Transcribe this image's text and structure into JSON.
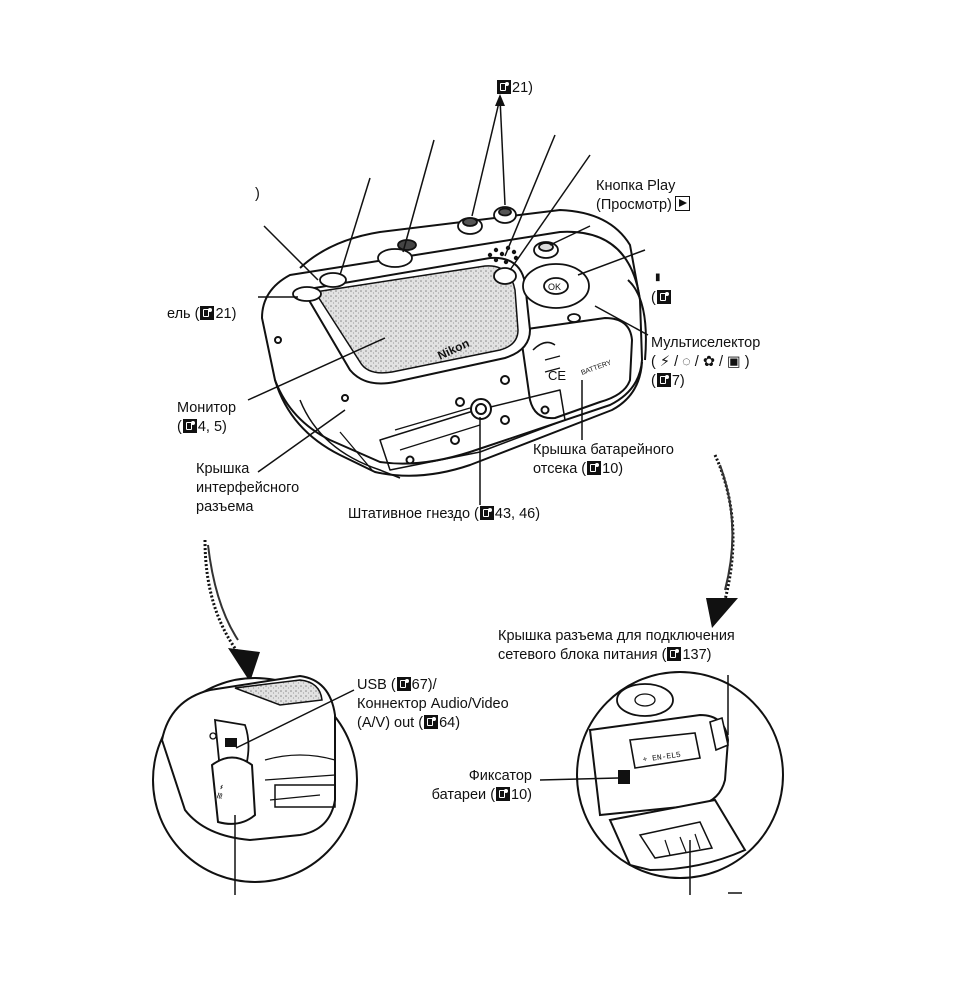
{
  "labels": {
    "top_ref": "21)",
    "top_left_bracket": ")",
    "play_button_line1": "Кнопка Play",
    "play_button_line2": "(Просмотр)",
    "panel_ref": "21)",
    "panel_text": "ель (",
    "right_small": "(",
    "multiselector_title": "Мультиселектор",
    "multiselector_modes": "( ⚡ / ◌ / ✿ / ▣ )",
    "multiselector_ref": "7)",
    "monitor_title": "Монитор",
    "monitor_ref": "4, 5)",
    "interface_cover_line1": "Крышка",
    "interface_cover_line2": "интерфейсного",
    "interface_cover_line3": "разъема",
    "battery_cover_line1": "Крышка батарейного",
    "battery_cover_line2": "отсека (",
    "battery_cover_ref": "10)",
    "tripod_text": "Штативное гнездо (",
    "tripod_ref": "43, 46)",
    "power_cover_line1": "Крышка разъема для подключения",
    "power_cover_line2": "сетевого блока питания (",
    "power_cover_ref": "137)",
    "usb_line1": "USB (",
    "usb_ref1": "67)/",
    "usb_line2": "Коннектор Audio/Video",
    "usb_line3": "(A/V) out (",
    "usb_ref3": "64)",
    "latch_line1": "Фиксатор",
    "latch_line2": "батареи (",
    "latch_ref": "10)",
    "brand": "Nikon",
    "battery_print": "BATTERY"
  }
}
